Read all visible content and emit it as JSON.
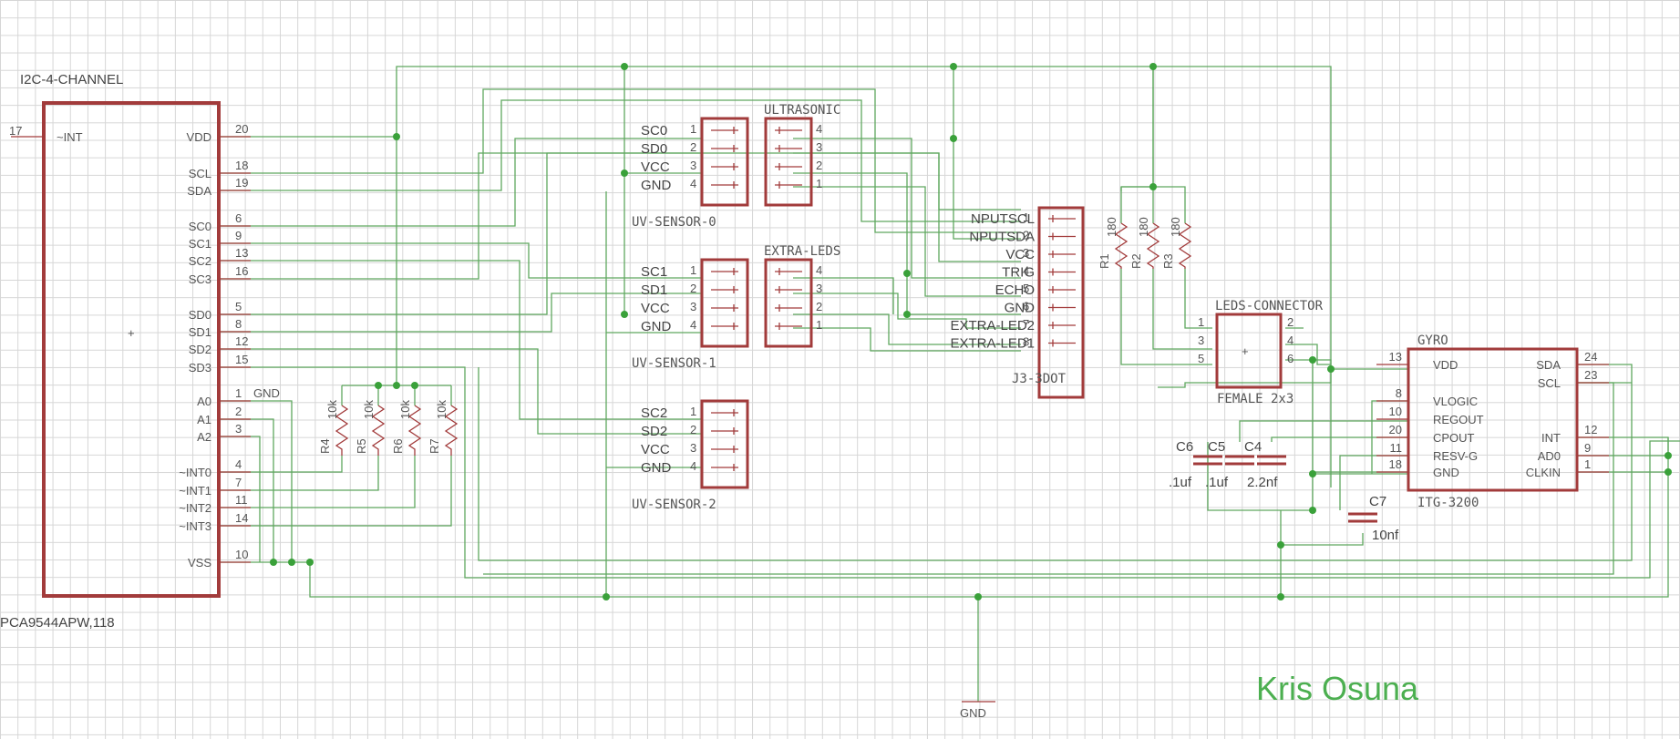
{
  "author": "Kris Osuna",
  "gnd_label": "GND",
  "pca": {
    "title": "I2C-4-CHANNEL",
    "part": "PCA9544APW,118",
    "int_num": "17",
    "int_label": "~INT",
    "center": "+",
    "pins": [
      {
        "label": "VDD",
        "num": "20"
      },
      {
        "label": "SCL",
        "num": "18"
      },
      {
        "label": "SDA",
        "num": "19"
      },
      {
        "label": "SC0",
        "num": "6"
      },
      {
        "label": "SC1",
        "num": "9"
      },
      {
        "label": "SC2",
        "num": "13"
      },
      {
        "label": "SC3",
        "num": "16"
      },
      {
        "label": "SD0",
        "num": "5"
      },
      {
        "label": "SD1",
        "num": "8"
      },
      {
        "label": "SD2",
        "num": "12"
      },
      {
        "label": "SD3",
        "num": "15"
      },
      {
        "label": "A0",
        "num": "1",
        "extra": "GND"
      },
      {
        "label": "A1",
        "num": "2"
      },
      {
        "label": "A2",
        "num": "3"
      },
      {
        "label": "~INT0",
        "num": "4"
      },
      {
        "label": "~INT1",
        "num": "7"
      },
      {
        "label": "~INT2",
        "num": "11"
      },
      {
        "label": "~INT3",
        "num": "14"
      },
      {
        "label": "VSS",
        "num": "10"
      }
    ]
  },
  "pullups": [
    {
      "name": "R4",
      "value": "10k"
    },
    {
      "name": "R5",
      "value": "10k"
    },
    {
      "name": "R6",
      "value": "10k"
    },
    {
      "name": "R7",
      "value": "10k"
    }
  ],
  "uv_sensors": [
    {
      "title": "UV-SENSOR-0",
      "labels": [
        "SC0",
        "SD0",
        "VCC",
        "GND"
      ],
      "nums": [
        "1",
        "2",
        "3",
        "4"
      ]
    },
    {
      "title": "UV-SENSOR-1",
      "labels": [
        "SC1",
        "SD1",
        "VCC",
        "GND"
      ],
      "nums": [
        "1",
        "2",
        "3",
        "4"
      ]
    },
    {
      "title": "UV-SENSOR-2",
      "labels": [
        "SC2",
        "SD2",
        "VCC",
        "GND"
      ],
      "nums": [
        "1",
        "2",
        "3",
        "4"
      ]
    }
  ],
  "headers": [
    {
      "title": "ULTRASONIC",
      "nums": [
        "4",
        "3",
        "2",
        "1"
      ]
    },
    {
      "title": "EXTRA-LEDS",
      "nums": [
        "4",
        "3",
        "2",
        "1"
      ]
    }
  ],
  "j3": {
    "title": "J3-3DOT",
    "pins": [
      {
        "label": "NPUTSCL",
        "num": "1"
      },
      {
        "label": "NPUTSDA",
        "num": "2"
      },
      {
        "label": "VCC",
        "num": "3"
      },
      {
        "label": "TRIG",
        "num": "4"
      },
      {
        "label": "ECHO",
        "num": "5"
      },
      {
        "label": "GND",
        "num": "6"
      },
      {
        "label": "EXTRA-LED2",
        "num": "7"
      },
      {
        "label": "EXTRA-LED1",
        "num": "8"
      }
    ]
  },
  "led_resistors": [
    {
      "name": "R1",
      "value": "180"
    },
    {
      "name": "R2",
      "value": "180"
    },
    {
      "name": "R3",
      "value": "180"
    }
  ],
  "leds": {
    "title": "LEDS-CONNECTOR",
    "part": "FEMALE 2x3",
    "p1": "1",
    "p3": "3",
    "p5": "5",
    "p2": "2",
    "p4": "4",
    "p6": "6",
    "center": "+"
  },
  "capacitors": [
    {
      "name": "C6",
      "value": ".1uf"
    },
    {
      "name": "C5",
      "value": ".1uf"
    },
    {
      "name": "C4",
      "value": "2.2nf"
    },
    {
      "name": "C7",
      "value": "10nf"
    }
  ],
  "gyro": {
    "title": "GYRO",
    "part": "ITG-3200",
    "left": [
      {
        "label": "VDD",
        "num": "13"
      },
      {
        "label": "VLOGIC",
        "num": "8"
      },
      {
        "label": "REGOUT",
        "num": "10"
      },
      {
        "label": "CPOUT",
        "num": "20"
      },
      {
        "label": "RESV-G",
        "num": "11"
      },
      {
        "label": "GND",
        "num": "18"
      }
    ],
    "right": [
      {
        "label": "SDA",
        "num": "24"
      },
      {
        "label": "SCL",
        "num": "23"
      },
      {
        "label": "INT",
        "num": "12"
      },
      {
        "label": "AD0",
        "num": "9"
      },
      {
        "label": "CLKIN",
        "num": "1"
      }
    ]
  }
}
